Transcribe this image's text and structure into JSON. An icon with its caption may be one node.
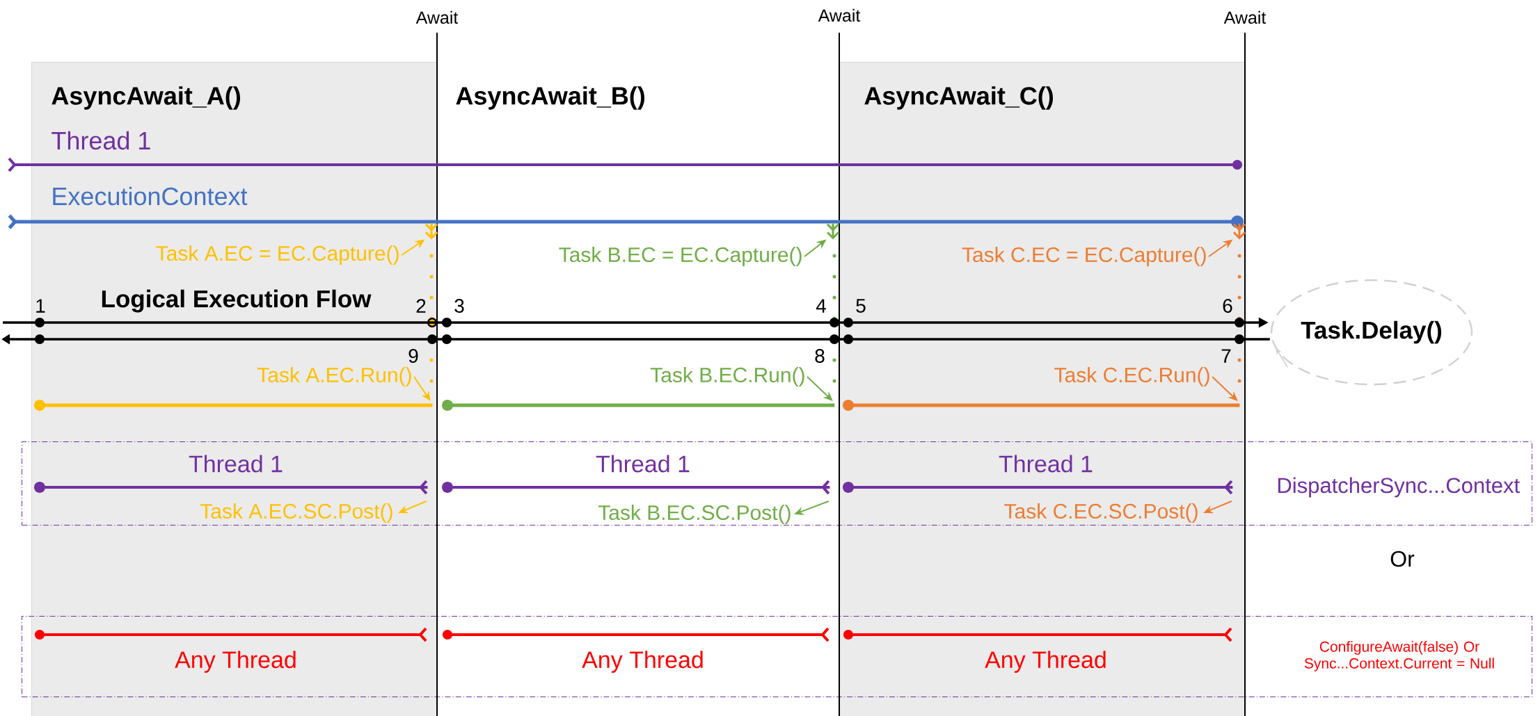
{
  "diagram": {
    "nodes": [
      {
        "text": [
          "AsyncAwait_A()"
        ]
      },
      {
        "text": [
          "AsyncAwait_B()"
        ]
      },
      {
        "text": [
          "AsyncAwait_C()"
        ]
      },
      {
        "text": [
          "Task.Delay()"
        ]
      },
      {
        "text": [
          "DispatcherSync...Context"
        ]
      },
      {
        "text": [
          "ConfigureAwait(false) Or Sync...Context.Current = Null"
        ]
      },
      {
        "text": [
          "Task A.EC = EC.Capture()"
        ],
        "in": 0
      },
      {
        "text": [
          "Task B.EC = EC.Capture()"
        ]
      },
      {
        "text": [
          "Task C.EC = EC.Capture()"
        ],
        "in": 2
      },
      {
        "text": [
          "Task A.EC.Run()"
        ],
        "in": 0
      },
      {
        "text": [
          "Task B.EC.Run()"
        ]
      },
      {
        "text": [
          "Task C.EC.Run()"
        ],
        "in": 2
      },
      {
        "text": [
          "Task A.EC.SC.Post()"
        ]
      },
      {
        "text": [
          "Task B.EC.SC.Post()"
        ],
        "in": 4
      },
      {
        "text": [
          "Task C.EC.SC.Post()"
        ]
      },
      {
        "text": [],
        "shape": "bar",
        "in": 0
      },
      {
        "text": [],
        "shape": "bar"
      },
      {
        "text": [],
        "shape": "bar",
        "in": 2
      },
      {
        "text": [],
        "shape": "chevron",
        "in": 0
      },
      {
        "text": [],
        "shape": "chevron"
      },
      {
        "text": [],
        "shape": "chevron",
        "in": 2
      },
      {
        "text": [],
        "shape": "bar"
      },
      {
        "text": [],
        "shape": "bar",
        "in": 4
      },
      {
        "text": [],
        "shape": "bar"
      }
    ],
    "edges": [
      {
        "from": null,
        "to": 3,
        "arrow": "to",
        "color": "#000000"
      },
      {
        "from": 3,
        "to": null,
        "arrow": "to",
        "color": "#000000"
      },
      {
        "from": 6,
        "to": 18,
        "arrow": "to",
        "color": "#ffc000"
      },
      {
        "from": 7,
        "to": 19,
        "arrow": "to",
        "color": "#70ad47"
      },
      {
        "from": 8,
        "to": 20,
        "arrow": "to",
        "color": "#ed7d31"
      },
      {
        "from": 9,
        "to": 15,
        "arrow": "to",
        "color": "#ffc000"
      },
      {
        "from": 10,
        "to": 16,
        "arrow": "to",
        "color": "#70ad47"
      },
      {
        "from": 11,
        "to": 17,
        "arrow": "to",
        "color": "#ed7d31"
      },
      {
        "from": 21,
        "to": 12,
        "arrow": "to",
        "color": "#ffc000"
      },
      {
        "from": 22,
        "to": 13,
        "arrow": "to",
        "color": "#70ad47"
      },
      {
        "from": 23,
        "to": 14,
        "arrow": "to",
        "color": "#ed7d31"
      }
    ],
    "labels": [
      "Await",
      "Await",
      "Await",
      "Thread 1",
      "ExecutionContext",
      "Logical Execution Flow",
      "1",
      "2",
      "3",
      "4",
      "5",
      "6",
      "9",
      "8",
      "7",
      "Thread 1",
      "Thread 1",
      "Thread 1",
      "Or",
      "Any Thread",
      "Any Thread",
      "Any Thread"
    ]
  }
}
